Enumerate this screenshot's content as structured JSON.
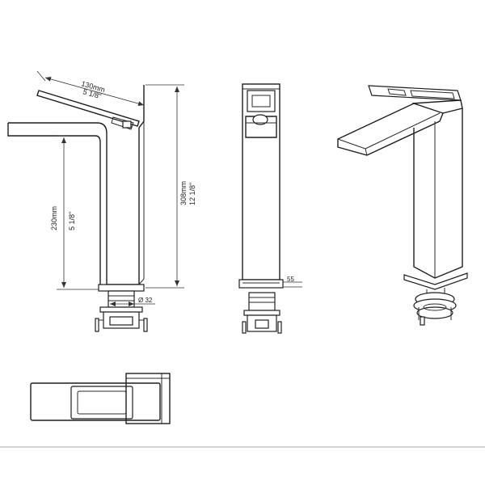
{
  "dimensions": {
    "lever_length": {
      "metric": "130mm",
      "imperial": "5 1/8\""
    },
    "total_height": {
      "metric": "308mm",
      "imperial": "12 1/8\""
    },
    "spout_height": {
      "metric": "230mm",
      "imperial": "5 1/8\""
    },
    "base_diameter": "Ø 32",
    "base_height": "55"
  },
  "views": [
    "side-view",
    "front-view",
    "perspective-view",
    "top-view"
  ],
  "colors": {
    "line": "#2a2a2a",
    "background": "#ffffff",
    "footer_rule": "#888888"
  }
}
